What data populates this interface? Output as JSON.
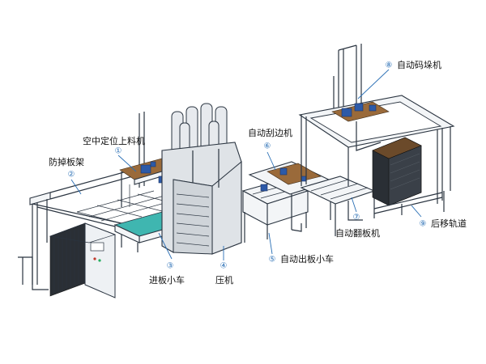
{
  "labels": [
    {
      "num": "①",
      "text": "空中定位上料机"
    },
    {
      "num": "②",
      "text": "防掉板架"
    },
    {
      "num": "③",
      "text": "进板小车"
    },
    {
      "num": "④",
      "text": "压机"
    },
    {
      "num": "⑤",
      "text": "自动出板小车"
    },
    {
      "num": "⑥",
      "text": "自动刮边机"
    },
    {
      "num": "⑦",
      "text": "自动翻板机"
    },
    {
      "num": "⑧",
      "text": "自动码垛机"
    },
    {
      "num": "⑨",
      "text": "后移轨道"
    }
  ],
  "colors": {
    "callout": "#2a6fb5",
    "frame": "#2a3440",
    "board": "#3fb6b0",
    "motor": "#2d5aa8"
  }
}
